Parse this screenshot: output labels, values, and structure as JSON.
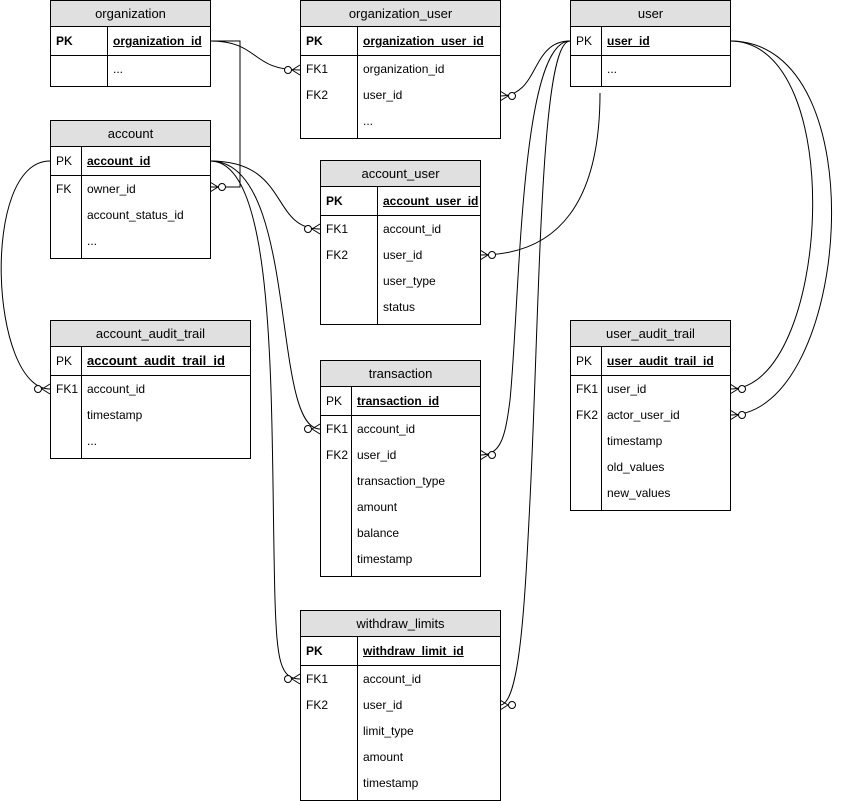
{
  "entities": {
    "organization": {
      "name": "organization",
      "pk": {
        "key": "PK",
        "column": "organization_id"
      },
      "rows": [
        {
          "key": "",
          "column": "..."
        }
      ]
    },
    "organization_user": {
      "name": "organization_user",
      "pk": {
        "key": "PK",
        "column": "organization_user_id"
      },
      "rows": [
        {
          "key": "FK1",
          "column": "organization_id"
        },
        {
          "key": "FK2",
          "column": "user_id"
        },
        {
          "key": "",
          "column": "..."
        }
      ]
    },
    "user": {
      "name": "user",
      "pk": {
        "key": "PK",
        "column": "user_id"
      },
      "rows": [
        {
          "key": "",
          "column": "..."
        }
      ]
    },
    "account": {
      "name": "account",
      "pk": {
        "key": "PK",
        "column": "account_id"
      },
      "rows": [
        {
          "key": "FK",
          "column": "owner_id"
        },
        {
          "key": "",
          "column": "account_status_id"
        },
        {
          "key": "",
          "column": "..."
        }
      ]
    },
    "account_user": {
      "name": "account_user",
      "pk": {
        "key": "PK",
        "column": "account_user_id"
      },
      "rows": [
        {
          "key": "FK1",
          "column": "account_id"
        },
        {
          "key": "FK2",
          "column": "user_id"
        },
        {
          "key": "",
          "column": "user_type"
        },
        {
          "key": "",
          "column": "status"
        }
      ]
    },
    "account_audit_trail": {
      "name": "account_audit_trail",
      "pk": {
        "key": "PK",
        "column": "account_audit_trail_id"
      },
      "rows": [
        {
          "key": "FK1",
          "column": "account_id"
        },
        {
          "key": "",
          "column": "timestamp"
        },
        {
          "key": "",
          "column": "..."
        }
      ]
    },
    "transaction": {
      "name": "transaction",
      "pk": {
        "key": "PK",
        "column": "transaction_id"
      },
      "rows": [
        {
          "key": "FK1",
          "column": "account_id"
        },
        {
          "key": "FK2",
          "column": "user_id"
        },
        {
          "key": "",
          "column": "transaction_type"
        },
        {
          "key": "",
          "column": "amount"
        },
        {
          "key": "",
          "column": "balance"
        },
        {
          "key": "",
          "column": "timestamp"
        }
      ]
    },
    "user_audit_trail": {
      "name": "user_audit_trail",
      "pk": {
        "key": "PK",
        "column": "user_audit_trail_id"
      },
      "rows": [
        {
          "key": "FK1",
          "column": "user_id"
        },
        {
          "key": "FK2",
          "column": "actor_user_id"
        },
        {
          "key": "",
          "column": "timestamp"
        },
        {
          "key": "",
          "column": "old_values"
        },
        {
          "key": "",
          "column": "new_values"
        }
      ]
    },
    "withdraw_limits": {
      "name": "withdraw_limits",
      "pk": {
        "key": "PK",
        "column": "withdraw_limit_id"
      },
      "rows": [
        {
          "key": "FK1",
          "column": "account_id"
        },
        {
          "key": "FK2",
          "column": "user_id"
        },
        {
          "key": "",
          "column": "limit_type"
        },
        {
          "key": "",
          "column": "amount"
        },
        {
          "key": "",
          "column": "timestamp"
        }
      ]
    }
  },
  "relationships": [
    {
      "from": "organization.organization_id",
      "to": "organization_user.organization_id",
      "cardinality": "one-to-many"
    },
    {
      "from": "organization.organization_id",
      "to": "account.owner_id",
      "cardinality": "one-to-many"
    },
    {
      "from": "user.user_id",
      "to": "organization_user.user_id",
      "cardinality": "one-to-many"
    },
    {
      "from": "account.account_id",
      "to": "account_user.account_id",
      "cardinality": "one-to-many"
    },
    {
      "from": "user.user_id",
      "to": "account_user.user_id",
      "cardinality": "one-to-many"
    },
    {
      "from": "account.account_id",
      "to": "account_audit_trail.account_id",
      "cardinality": "one-to-many"
    },
    {
      "from": "account.account_id",
      "to": "transaction.account_id",
      "cardinality": "one-to-many"
    },
    {
      "from": "user.user_id",
      "to": "transaction.user_id",
      "cardinality": "one-to-many"
    },
    {
      "from": "account.account_id",
      "to": "withdraw_limits.account_id",
      "cardinality": "one-to-many"
    },
    {
      "from": "user.user_id",
      "to": "withdraw_limits.user_id",
      "cardinality": "one-to-many"
    },
    {
      "from": "user.user_id",
      "to": "user_audit_trail.user_id",
      "cardinality": "one-to-many"
    },
    {
      "from": "user.user_id",
      "to": "user_audit_trail.actor_user_id",
      "cardinality": "one-to-many"
    }
  ]
}
